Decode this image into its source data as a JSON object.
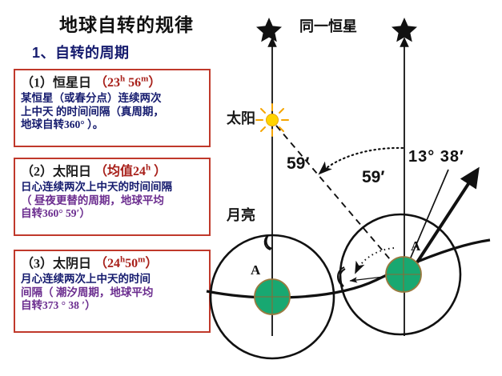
{
  "title": "地球自转的规律",
  "subtitle": "1、自转的周期",
  "boxes": [
    {
      "name": "sidereal-day",
      "head_label": "（1）恒星日",
      "head_time_pre": "（23",
      "head_time_sup1": "h",
      "head_time_mid": " 56",
      "head_time_sup2": "m",
      "head_time_post": "）",
      "body_line1": "某恒星（或春分点）连续两次",
      "body_line2": "上中天 的时间间隔（真周期，",
      "body_line3": "地球自转360° ）。"
    },
    {
      "name": "solar-day",
      "head_label": "（2）太阳日",
      "head_time_pre": "（均值24",
      "head_time_sup1": "h",
      "head_time_mid": "",
      "head_time_sup2": "",
      "head_time_post": " ）",
      "body_line1": "日心连续两次上中天的时间间隔",
      "body_line2": "（ 昼夜更替的周期，地球平均",
      "body_line3": "自转360° 59′）"
    },
    {
      "name": "lunar-day",
      "head_label": "（3）太阴日",
      "head_time_pre": "（24",
      "head_time_sup1": "h",
      "head_time_mid": "50",
      "head_time_sup2": "m",
      "head_time_post": "）",
      "body_line1": "月心连续两次上中天的时间",
      "body_line2": "间隔（ 潮汐周期，地球平均",
      "body_line3": "自转373 ° 38 ′）"
    }
  ],
  "diagram": {
    "same_star": "同一恒星",
    "sun": "太阳",
    "moon": "月亮",
    "point_a_left": "A",
    "point_a_right": "A",
    "angle_59_upper": "59′",
    "angle_59_lower": "59′",
    "angle_13_38": "13°  38′",
    "star_glyph_left": "★",
    "star_glyph_right": "★",
    "sun_glyph": "☀",
    "moon_glyph": "☾"
  },
  "colors": {
    "box_border": "#c0392b",
    "body_text": "#151b6e",
    "time_text": "#a8201a",
    "earth_fill": "#18a871",
    "earth_ring": "#9a7a40",
    "sun_fill": "#ffd400",
    "line": "#111111"
  }
}
